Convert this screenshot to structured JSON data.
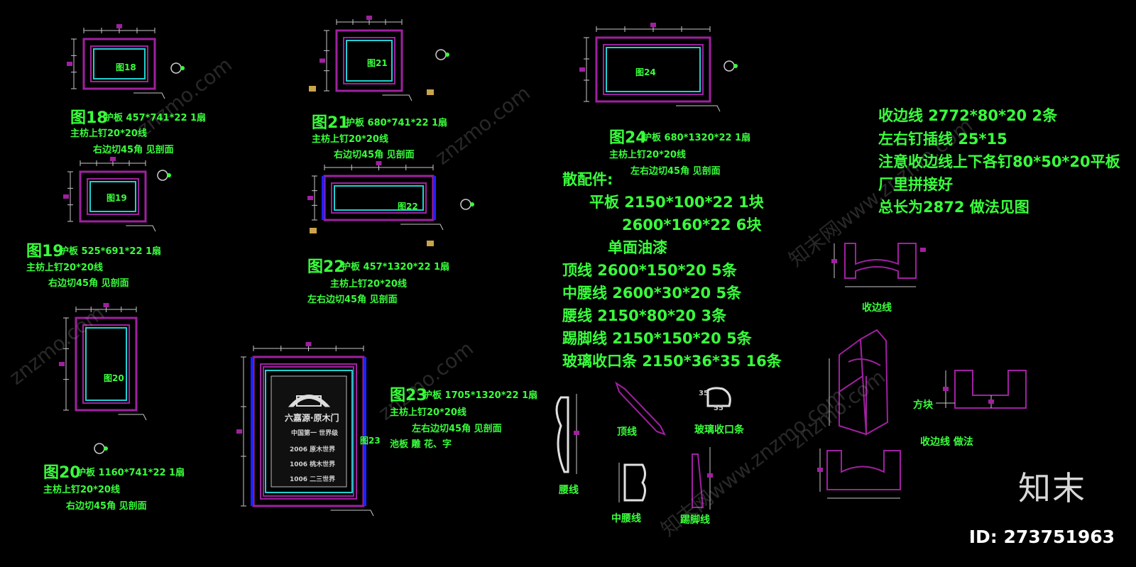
{
  "colors": {
    "text": "#39ff3c",
    "frame": "#a020a0",
    "cyan": "#20d0d0",
    "blue": "#2020ff",
    "dim": "#c8c8c8"
  },
  "panels": [
    {
      "tag": "图18",
      "label": "图18",
      "line1": "护板 457*741*22 1扇",
      "line2": "主枋上钉20*20线",
      "line3": "右边切45角 见剖面"
    },
    {
      "tag": "图19",
      "label": "图19",
      "line1": "护板 525*691*22 1扇",
      "line2": "主枋上钉20*20线",
      "line3": "右边切45角 见剖面"
    },
    {
      "tag": "图20",
      "label": "图20",
      "line1": "护板 1160*741*22 1扇",
      "line2": "主枋上钉20*20线",
      "line3": "右边切45角 见剖面"
    },
    {
      "tag": "图21",
      "label": "图21",
      "line1": "护板 680*741*22 1扇",
      "line2": "主枋上钉20*20线",
      "line3": "右边切45角 见剖面"
    },
    {
      "tag": "图22",
      "label": "图22",
      "line1": "护板 457*1320*22 1扇",
      "line2": "主枋上钉20*20线",
      "line3": "左右边切45角 见剖面"
    },
    {
      "tag": "图23",
      "label": "图23",
      "line1": "护板 1705*1320*22 1扇",
      "line2": "主枋上钉20*20线",
      "line3": "左右边切45角 见剖面",
      "line4": "池板 雕 花、字"
    },
    {
      "tag": "图24",
      "label": "图24",
      "line1": "护板 680*1320*22 1扇",
      "line2": "主枋上钉20*20线",
      "line3": "左右边切45角 见剖面"
    }
  ],
  "plaque": {
    "title": "六嘉源·原木门",
    "sub": "中国第一 世界级",
    "r1": "2006 原木世界",
    "r2": "1006 桃木世界",
    "r3": "1006 二三世界"
  },
  "parts": {
    "heading": "散配件:",
    "l1": "平板 2150*100*22 1块",
    "l2": "2600*160*22 6块",
    "l3": "单面油漆",
    "l4": "顶线 2600*150*20 5条",
    "l5": "中腰线 2600*30*20 5条",
    "l6": "腰线 2150*80*20 3条",
    "l7": "踢脚线 2150*150*20 5条",
    "l8": "玻璃收口条 2150*36*35 16条"
  },
  "edge": {
    "l1": "收边线 2772*80*20 2条",
    "l2": "左右钉插线 25*15",
    "l3": "注意收边线上下各钉80*50*20平板",
    "l4": "厂里拼接好",
    "l5": "总长为2872 做法见图"
  },
  "profiles": {
    "yao": "腰线",
    "ding": "顶线",
    "boli": "玻璃收口条",
    "zhongyao": "中腰线",
    "tijiao": "踢脚线",
    "d35": "35",
    "d55": "55"
  },
  "right_labels": {
    "shoubian": "收边线",
    "fangkuai": "方块",
    "zuofa": "收边线 做法"
  },
  "brand": "知末",
  "id_text": "ID: 273751963",
  "watermark": "znzmo.com",
  "watermark2": "知末网www.znzmo.com"
}
